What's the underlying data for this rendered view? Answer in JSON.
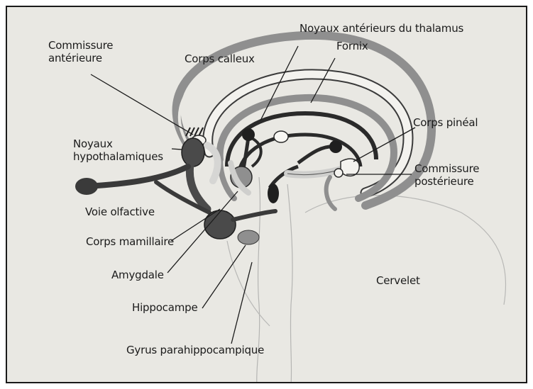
{
  "labels": {
    "commissure_anterieure_1": "Commissure",
    "commissure_anterieure_2": "antérieure",
    "corps_calleux": "Corps calleux",
    "noyaux_anterieurs": "Noyaux antérieurs du thalamus",
    "fornix": "Fornix",
    "corps_pineal": "Corps pinéal",
    "noyaux_hypo_1": "Noyaux",
    "noyaux_hypo_2": "hypothalamiques",
    "commissure_posterieure_1": "Commissure",
    "commissure_posterieure_2": "postérieure",
    "voie_olfactive": "Voie olfactive",
    "corps_mamillaire": "Corps mamillaire",
    "amygdale": "Amygdale",
    "hippocampe": "Hippocampe",
    "cervelet": "Cervelet",
    "gyrus_parahippocampique": "Gyrus parahippocampique"
  },
  "colors": {
    "background": "#e9e8e3",
    "gray_structure": "#8f8f8f",
    "dark_structure": "#2a2a2a",
    "outline": "#3a3a3a",
    "text": "#1b1b1b"
  }
}
